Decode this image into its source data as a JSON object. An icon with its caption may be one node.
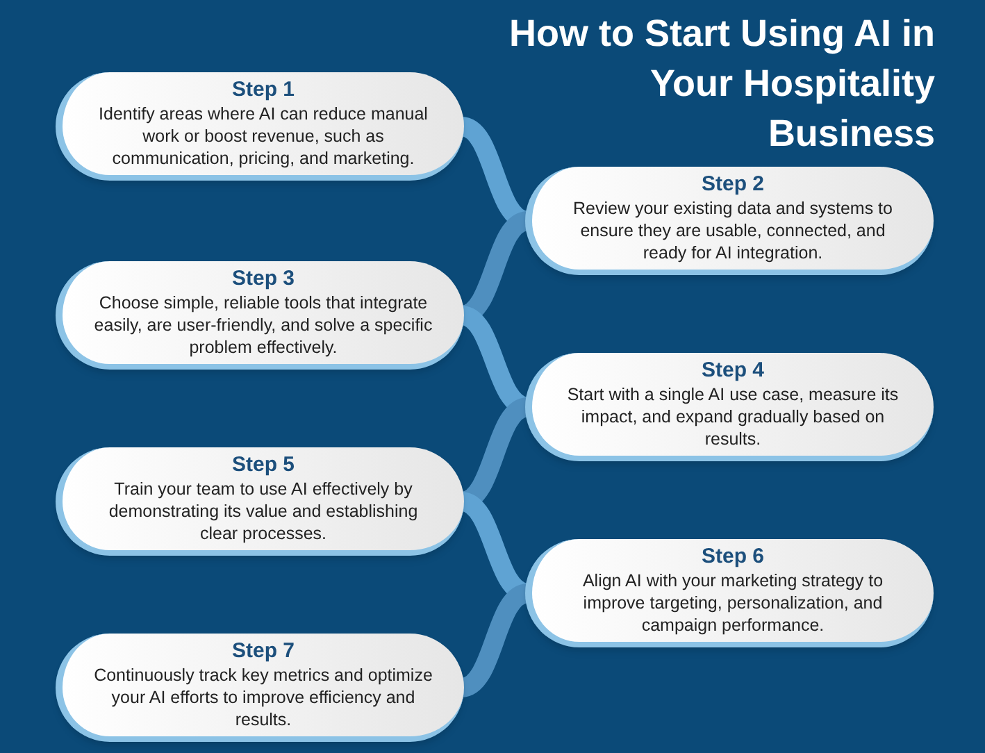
{
  "diagram": {
    "title": "How to Start Using AI in Your Hospitality Business",
    "nodes": [
      {
        "text": [
          "Step 1",
          "Identify areas where AI can reduce manual work or boost revenue, such as communication, pricing, and marketing."
        ]
      },
      {
        "text": [
          "Step 2",
          "Review your existing data and systems to ensure they are usable, connected, and ready for AI integration."
        ]
      },
      {
        "text": [
          "Step 3",
          "Choose simple, reliable tools that integrate easily, are user-friendly, and solve a specific problem effectively."
        ]
      },
      {
        "text": [
          "Step 4",
          "Start with a single AI use case, measure its impact, and expand gradually based on results."
        ]
      },
      {
        "text": [
          "Step 5",
          "Train your team to use AI effectively by demonstrating its value and establishing clear processes."
        ]
      },
      {
        "text": [
          "Step 6",
          "Align AI with your marketing strategy to improve targeting, personalization, and campaign performance."
        ]
      },
      {
        "text": [
          "Step 7",
          "Continuously track key metrics and optimize your AI efforts to improve efficiency and results."
        ]
      }
    ],
    "edges": [
      {
        "from": 0,
        "to": 1,
        "arrow": "none"
      },
      {
        "from": 1,
        "to": 2,
        "arrow": "none"
      },
      {
        "from": 2,
        "to": 3,
        "arrow": "none"
      },
      {
        "from": 3,
        "to": 4,
        "arrow": "none"
      },
      {
        "from": 4,
        "to": 5,
        "arrow": "none"
      },
      {
        "from": 5,
        "to": 6,
        "arrow": "none"
      }
    ]
  }
}
